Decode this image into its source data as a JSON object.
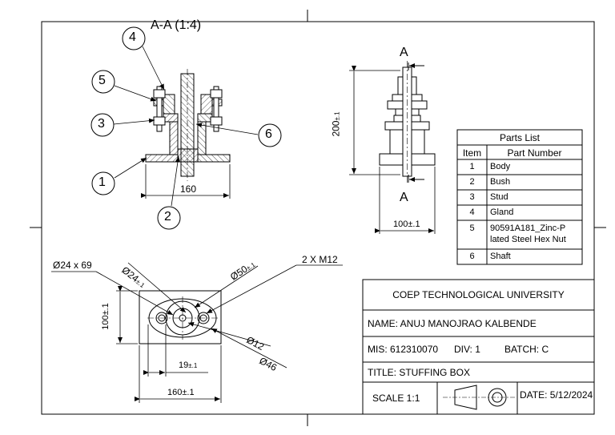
{
  "section": {
    "label": "A-A (1:4)"
  },
  "balloons": [
    "1",
    "2",
    "3",
    "4",
    "5",
    "6"
  ],
  "section_view": {
    "dim_width": "160"
  },
  "side_view": {
    "section_mark": "A",
    "dim_height": "200",
    "dim_height_tol": "±.1",
    "dim_width": "100±.1"
  },
  "top_view": {
    "d24x69": "Ø24 x 69",
    "d24": "Ø24",
    "d24_tol": "±.1",
    "d50": "Ø50",
    "d50_tol": "±.1",
    "holes": "2 X M12",
    "d12": "Ø12",
    "d46": "Ø46",
    "dim_height": "100±.1",
    "dim_19": "19",
    "dim_19_tol": "±.1",
    "dim_160": "160±.1"
  },
  "parts_list": {
    "title": "Parts List",
    "headers": [
      "Item",
      "Part Number"
    ],
    "rows": [
      {
        "item": "1",
        "part": "Body"
      },
      {
        "item": "2",
        "part": "Bush"
      },
      {
        "item": "3",
        "part": "Stud"
      },
      {
        "item": "4",
        "part": "Gland"
      },
      {
        "item": "5",
        "part_line1": "90591A181_Zinc-P",
        "part_line2": "lated Steel Hex Nut"
      },
      {
        "item": "6",
        "part": "Shaft"
      }
    ]
  },
  "title_block": {
    "university": "COEP TECHNOLOGICAL UNIVERSITY",
    "name": "NAME: ANUJ MANOJRAO KALBENDE",
    "mis": "MIS: 612310070",
    "div": "DIV: 1",
    "batch": "BATCH: C",
    "title": "TITLE: STUFFING BOX",
    "scale": "SCALE 1:1",
    "date": "DATE: 5/12/2024"
  }
}
